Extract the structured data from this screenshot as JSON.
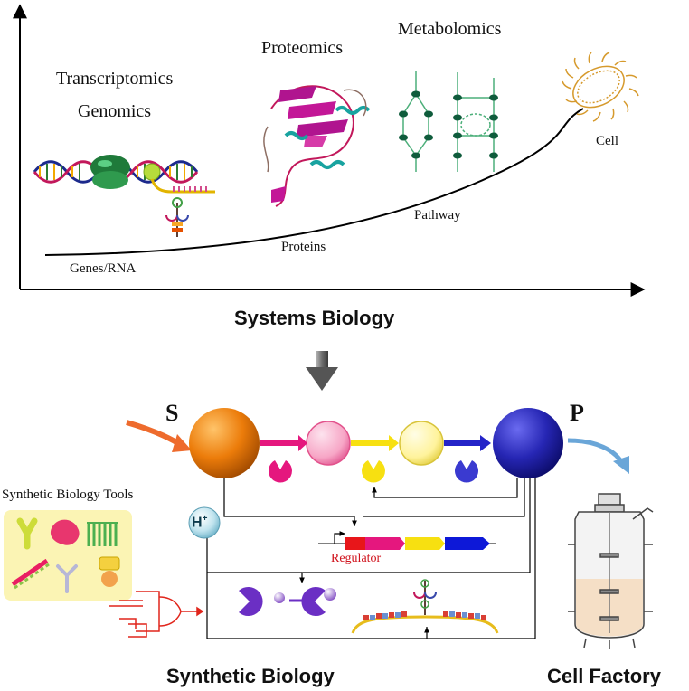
{
  "systems_biology": {
    "levels": [
      "Transcriptomics",
      "Genomics",
      "Proteomics",
      "Metabolomics"
    ],
    "curve_labels": [
      "Genes/RNA",
      "Proteins",
      "Pathway",
      "Cell"
    ],
    "caption": "Systems Biology"
  },
  "pathway": {
    "substrate_label": "S",
    "product_label": "P",
    "proton_label": "H",
    "proton_charge": "+",
    "regulator_label": "Regulator",
    "node_colors": [
      "#ee7d0b",
      "#f7a9c8",
      "#fff3a0",
      "#2a2ab0"
    ],
    "enzyme_colors": [
      "#e5177e",
      "#f7e011",
      "#3a3ad0"
    ]
  },
  "tools": {
    "title": "Synthetic Biology Tools"
  },
  "captions": {
    "synthetic_biology": "Synthetic Biology",
    "cell_factory": "Cell Factory"
  }
}
